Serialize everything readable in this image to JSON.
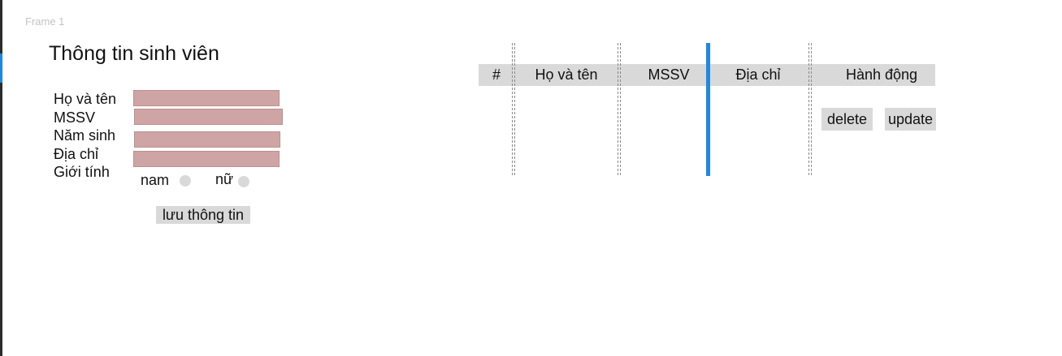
{
  "canvas": {
    "frame_label": "Frame 1"
  },
  "form": {
    "title": "Thông tin sinh viên",
    "labels": {
      "name": "Họ và tên",
      "student_id": "MSSV",
      "birth_year": "Năm sinh",
      "address": "Địa chỉ",
      "gender": "Giới tính"
    },
    "gender_options": {
      "male": "nam",
      "female": "nữ"
    },
    "save_label": "lưu thông tin"
  },
  "table": {
    "headers": [
      "#",
      "Họ và tên",
      "MSSV",
      "Địa chỉ",
      "Hành động"
    ],
    "row_actions": {
      "delete": "delete",
      "update": "update"
    }
  },
  "colors": {
    "input_fill": "#cfa4a4",
    "header_fill": "#d9d9d9",
    "selection_accent": "#1e88e5"
  }
}
